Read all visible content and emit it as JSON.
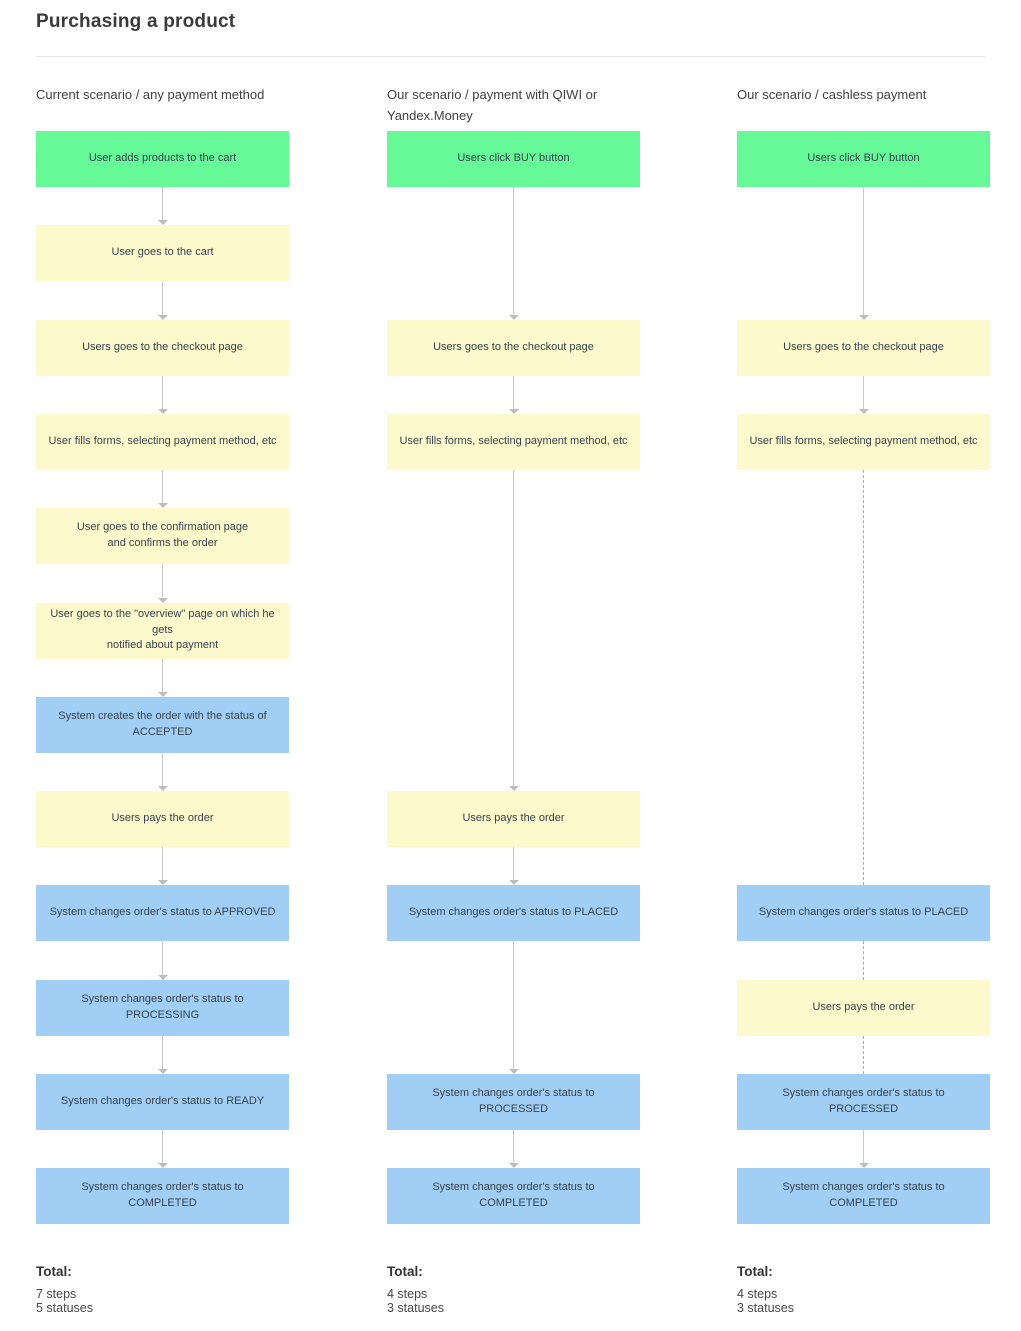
{
  "page": {
    "title": "Purchasing a product"
  },
  "colors": {
    "start": "#66f998",
    "step": "#fcfacc",
    "status": "#a0cef4",
    "connector": "#c9c9c9",
    "text": "#36424e"
  },
  "node_types": {
    "start": "green user-entry action",
    "step": "yellow user step",
    "status": "blue system status change"
  },
  "columns": [
    {
      "header": "Current scenario / any payment method",
      "nodes": [
        {
          "row": 1,
          "type": "start",
          "label": "User adds products to the cart"
        },
        {
          "row": 2,
          "type": "step",
          "label": "User goes to the cart"
        },
        {
          "row": 3,
          "type": "step",
          "label": "Users goes to the checkout page"
        },
        {
          "row": 4,
          "type": "step",
          "label": "User fills forms, selecting payment method, etc"
        },
        {
          "row": 5,
          "type": "step",
          "label": "User goes to the confirmation page\nand confirms the order"
        },
        {
          "row": 6,
          "type": "step",
          "label": "User goes to the \"overview\" page on which he gets\nnotified about payment"
        },
        {
          "row": 7,
          "type": "status",
          "label": "System creates the order with the status of ACCEPTED"
        },
        {
          "row": 8,
          "type": "step",
          "label": "Users pays the order"
        },
        {
          "row": 9,
          "type": "status",
          "label": "System changes order's status to APPROVED"
        },
        {
          "row": 10,
          "type": "status",
          "label": "System changes order's status to PROCESSING"
        },
        {
          "row": 11,
          "type": "status",
          "label": "System changes order's status to READY"
        },
        {
          "row": 12,
          "type": "status",
          "label": "System changes order's status to COMPLETED"
        }
      ],
      "connectors": [
        {
          "from": 1,
          "to": 2,
          "style": "solid",
          "arrow": true
        },
        {
          "from": 2,
          "to": 3,
          "style": "solid",
          "arrow": true
        },
        {
          "from": 3,
          "to": 4,
          "style": "solid",
          "arrow": true
        },
        {
          "from": 4,
          "to": 5,
          "style": "solid",
          "arrow": true
        },
        {
          "from": 5,
          "to": 6,
          "style": "solid",
          "arrow": true
        },
        {
          "from": 6,
          "to": 7,
          "style": "solid",
          "arrow": true
        },
        {
          "from": 7,
          "to": 8,
          "style": "solid",
          "arrow": true
        },
        {
          "from": 8,
          "to": 9,
          "style": "solid",
          "arrow": true
        },
        {
          "from": 9,
          "to": 10,
          "style": "solid",
          "arrow": true
        },
        {
          "from": 10,
          "to": 11,
          "style": "solid",
          "arrow": true
        },
        {
          "from": 11,
          "to": 12,
          "style": "solid",
          "arrow": true
        }
      ],
      "total": {
        "heading": "Total:",
        "lines": "7 steps\n5 statuses"
      }
    },
    {
      "header": "Our scenario / payment with QIWI or Yandex.Money",
      "nodes": [
        {
          "row": 1,
          "type": "start",
          "label": "Users click BUY button"
        },
        {
          "row": 3,
          "type": "step",
          "label": "Users goes to the checkout page"
        },
        {
          "row": 4,
          "type": "step",
          "label": "User fills forms, selecting payment method, etc"
        },
        {
          "row": 8,
          "type": "step",
          "label": "Users pays the order"
        },
        {
          "row": 9,
          "type": "status",
          "label": "System changes order's status to PLACED"
        },
        {
          "row": 11,
          "type": "status",
          "label": "System changes order's status to PROCESSED"
        },
        {
          "row": 12,
          "type": "status",
          "label": "System changes order's status to COMPLETED"
        }
      ],
      "connectors": [
        {
          "from": 1,
          "to": 3,
          "style": "solid",
          "arrow": true
        },
        {
          "from": 3,
          "to": 4,
          "style": "solid",
          "arrow": true
        },
        {
          "from": 4,
          "to": 8,
          "style": "solid",
          "arrow": true
        },
        {
          "from": 8,
          "to": 9,
          "style": "solid",
          "arrow": true
        },
        {
          "from": 9,
          "to": 11,
          "style": "solid",
          "arrow": true
        },
        {
          "from": 11,
          "to": 12,
          "style": "solid",
          "arrow": true
        }
      ],
      "total": {
        "heading": "Total:",
        "lines": "4 steps\n3 statuses"
      }
    },
    {
      "header": "Our scenario / cashless payment",
      "nodes": [
        {
          "row": 1,
          "type": "start",
          "label": "Users click BUY button"
        },
        {
          "row": 3,
          "type": "step",
          "label": "Users goes to the checkout page"
        },
        {
          "row": 4,
          "type": "step",
          "label": "User fills forms, selecting payment method, etc"
        },
        {
          "row": 9,
          "type": "status",
          "label": "System changes order's status to PLACED"
        },
        {
          "row": 10,
          "type": "step",
          "label": "Users pays the order"
        },
        {
          "row": 11,
          "type": "status",
          "label": "System changes order's status to PROCESSED"
        },
        {
          "row": 12,
          "type": "status",
          "label": "System changes order's status to COMPLETED"
        }
      ],
      "connectors": [
        {
          "from": 1,
          "to": 3,
          "style": "solid",
          "arrow": true
        },
        {
          "from": 3,
          "to": 4,
          "style": "solid",
          "arrow": true
        },
        {
          "from": 4,
          "to": 9,
          "style": "dashed",
          "arrow": false
        },
        {
          "from": 9,
          "to": 10,
          "style": "dashed",
          "arrow": false
        },
        {
          "from": 10,
          "to": 11,
          "style": "dashed",
          "arrow": false
        },
        {
          "from": 11,
          "to": 12,
          "style": "solid",
          "arrow": true
        }
      ],
      "total": {
        "heading": "Total:",
        "lines": "4 steps\n3 statuses"
      }
    }
  ]
}
